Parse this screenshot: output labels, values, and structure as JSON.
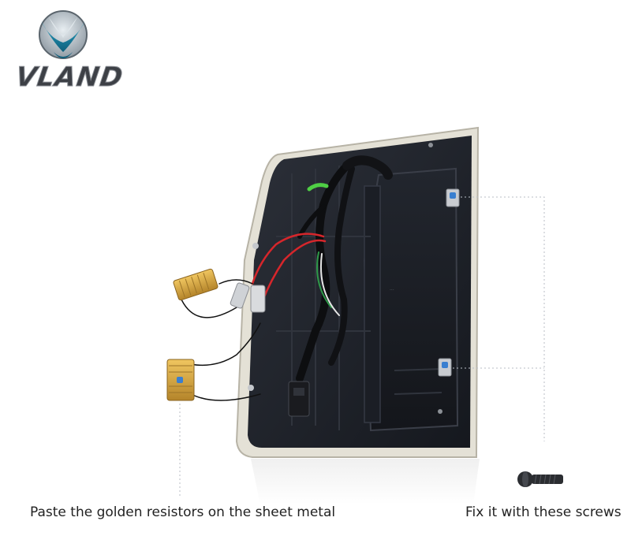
{
  "brand": {
    "name": "VLAND"
  },
  "captions": {
    "left": "Paste the golden resistors on the sheet metal",
    "right": "Fix it with these screws"
  },
  "colors": {
    "housing_dark": "#1c1f26",
    "housing_trim": "#d9d6cc",
    "resistor_gold": "#d2a23a",
    "callout_blue": "#3a7fd0",
    "wire_red": "#d6262b"
  },
  "icons": [
    "logo-emblem-icon",
    "screw-icon",
    "resistor-icon"
  ]
}
